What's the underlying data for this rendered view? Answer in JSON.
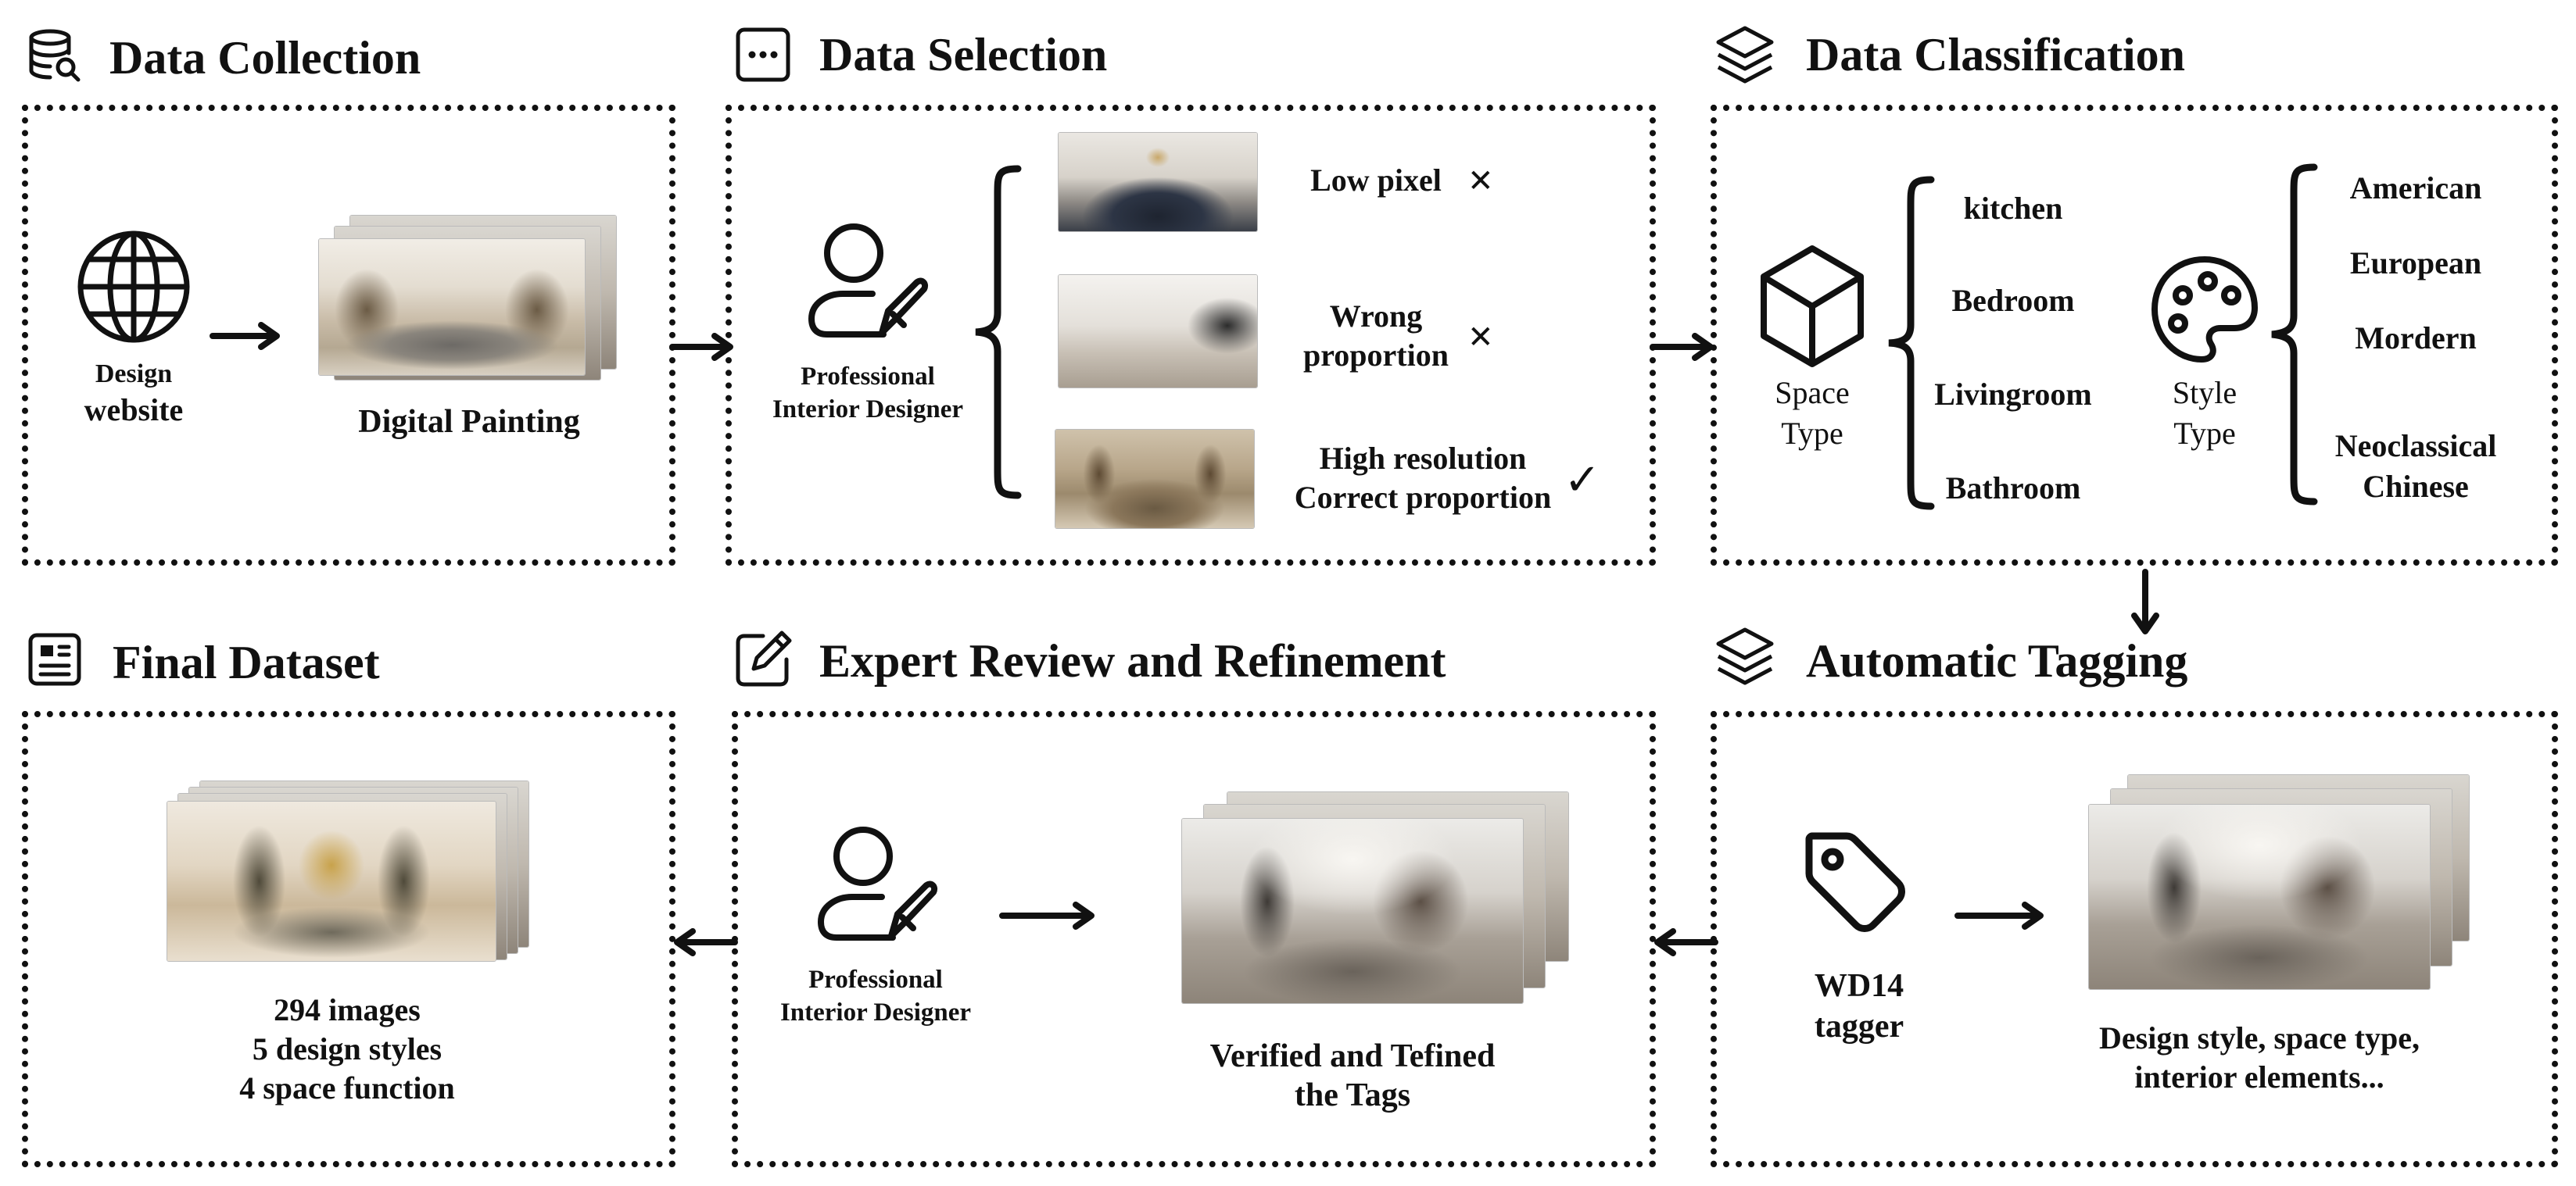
{
  "collection": {
    "title": "Data Collection",
    "site_label_line1": "Design",
    "site_label_line2": "website",
    "painting_label": "Digital Painting"
  },
  "selection": {
    "title": "Data Selection",
    "designer_line1": "Professional",
    "designer_line2": "Interior Designer",
    "items": [
      {
        "text_line1": "Low pixel",
        "text_line2": "",
        "mark": "×"
      },
      {
        "text_line1": "Wrong",
        "text_line2": "proportion",
        "mark": "×"
      },
      {
        "text_line1": "High resolution",
        "text_line2": "Correct proportion",
        "mark": "✓"
      }
    ]
  },
  "classification": {
    "title": "Data Classification",
    "space_line1": "Space",
    "space_line2": "Type",
    "space_types": [
      "kitchen",
      "Bedroom",
      "Livingroom",
      "Bathroom"
    ],
    "style_line1": "Style",
    "style_line2": "Type",
    "style_types": [
      "American",
      "European",
      "Mordern"
    ],
    "style_last_line1": "Neoclassical",
    "style_last_line2": "Chinese"
  },
  "tagging": {
    "title": "Automatic Tagging",
    "tagger_line1": "WD14",
    "tagger_line2": "tagger",
    "output_line1": "Design style, space type,",
    "output_line2": "interior elements..."
  },
  "review": {
    "title": "Expert Review and Refinement",
    "designer_line1": "Professional",
    "designer_line2": "Interior Designer",
    "result_line1": "Verified and Tefined",
    "result_line2": "the Tags"
  },
  "final": {
    "title": "Final Dataset",
    "line1": "294 images",
    "line2": "5 design styles",
    "line3": "4 space function"
  }
}
